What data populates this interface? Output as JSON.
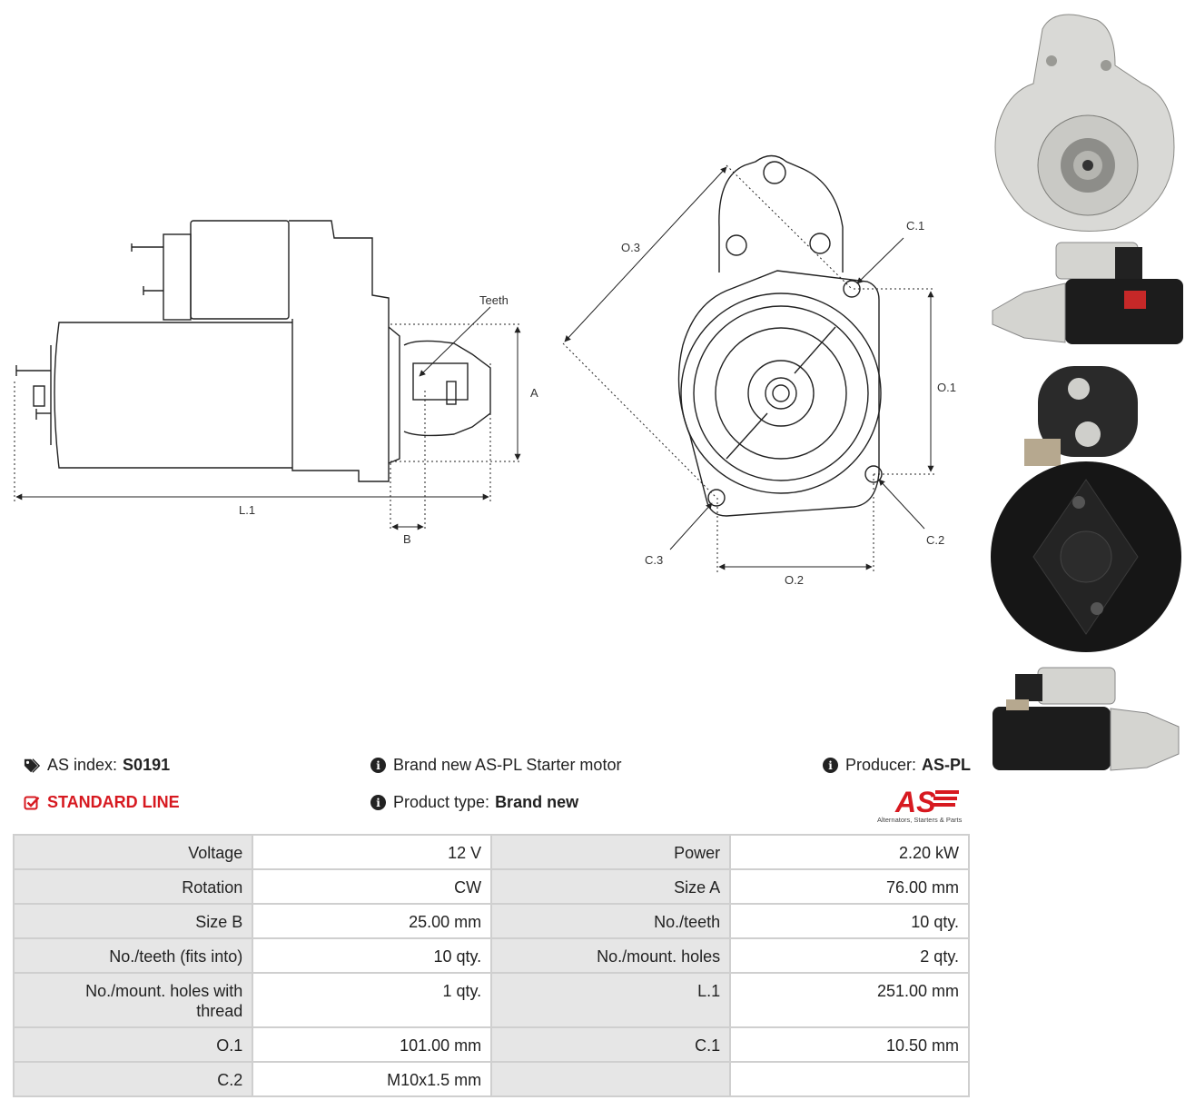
{
  "drawing": {
    "labels": {
      "teeth": "Teeth",
      "a": "A",
      "b": "B",
      "l1": "L.1",
      "o1": "O.1",
      "o2": "O.2",
      "o3": "O.3",
      "c1": "C.1",
      "c2": "C.2",
      "c3": "C.3"
    }
  },
  "header": {
    "as_index_label": "AS index:",
    "as_index_value": "S0191",
    "line": "STANDARD LINE",
    "brand_text": "Brand new AS-PL Starter motor",
    "product_type_label": "Product type:",
    "product_type_value": "Brand new",
    "producer_label": "Producer:",
    "producer_value": "AS-PL",
    "logo_text": "AS",
    "logo_tagline": "Alternators, Starters & Parts"
  },
  "colors": {
    "accent_red": "#d71920",
    "table_key_bg": "#e6e6e6",
    "table_border": "#cfcfcf"
  },
  "icons": {
    "index": "tags-icon",
    "line": "check-square-icon",
    "info": "info-circle-icon"
  },
  "specs": [
    {
      "k1": "Voltage",
      "v1": "12 V",
      "k2": "Power",
      "v2": "2.20 kW"
    },
    {
      "k1": "Rotation",
      "v1": "CW",
      "k2": "Size A",
      "v2": "76.00 mm"
    },
    {
      "k1": "Size B",
      "v1": "25.00 mm",
      "k2": "No./teeth",
      "v2": "10 qty."
    },
    {
      "k1": "No./teeth (fits into)",
      "v1": "10 qty.",
      "k2": "No./mount. holes",
      "v2": "2 qty."
    },
    {
      "k1": "No./mount. holes with thread",
      "v1": "1 qty.",
      "k2": "L.1",
      "v2": "251.00 mm"
    },
    {
      "k1": "O.1",
      "v1": "101.00 mm",
      "k2": "C.1",
      "v2": "10.50 mm"
    },
    {
      "k1": "C.2",
      "v1": "M10x1.5 mm",
      "k2": "",
      "v2": ""
    }
  ]
}
